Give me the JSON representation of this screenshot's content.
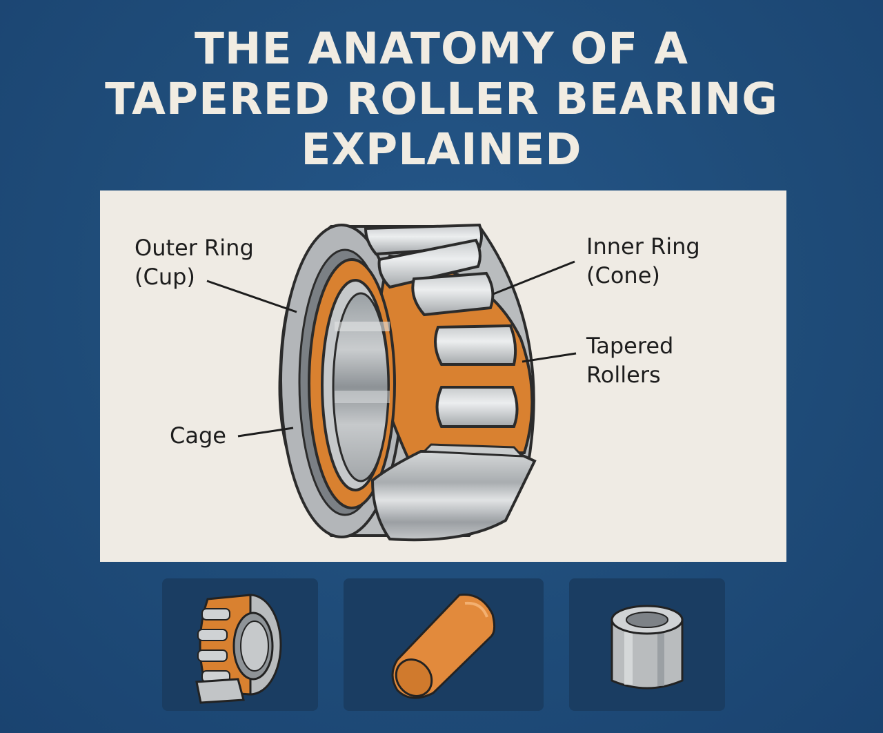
{
  "title": {
    "line1": "THE ANATOMY OF A",
    "line2": "TAPERED ROLLER BEARING",
    "line3": "EXPLAINED"
  },
  "labels": {
    "outer_ring": {
      "line1": "Outer Ring",
      "line2": "(Cup)"
    },
    "inner_ring": {
      "line1": "Inner Ring",
      "line2": "(Cone)"
    },
    "tapered_rollers": {
      "line1": "Tapered",
      "line2": "Rollers"
    },
    "cage": {
      "line1": "Cage"
    }
  },
  "tiles": [
    {
      "icon": "bearing-assembly-icon"
    },
    {
      "icon": "tapered-roller-icon"
    },
    {
      "icon": "outer-ring-cup-icon"
    }
  ],
  "colors": {
    "background": "#1e4b78",
    "panel": "#efebe4",
    "tile": "#1a3d62",
    "title": "#f1ece2",
    "cage_orange": "#d98130",
    "steel": "#b5b9bc",
    "outline": "#2b2b2b"
  }
}
